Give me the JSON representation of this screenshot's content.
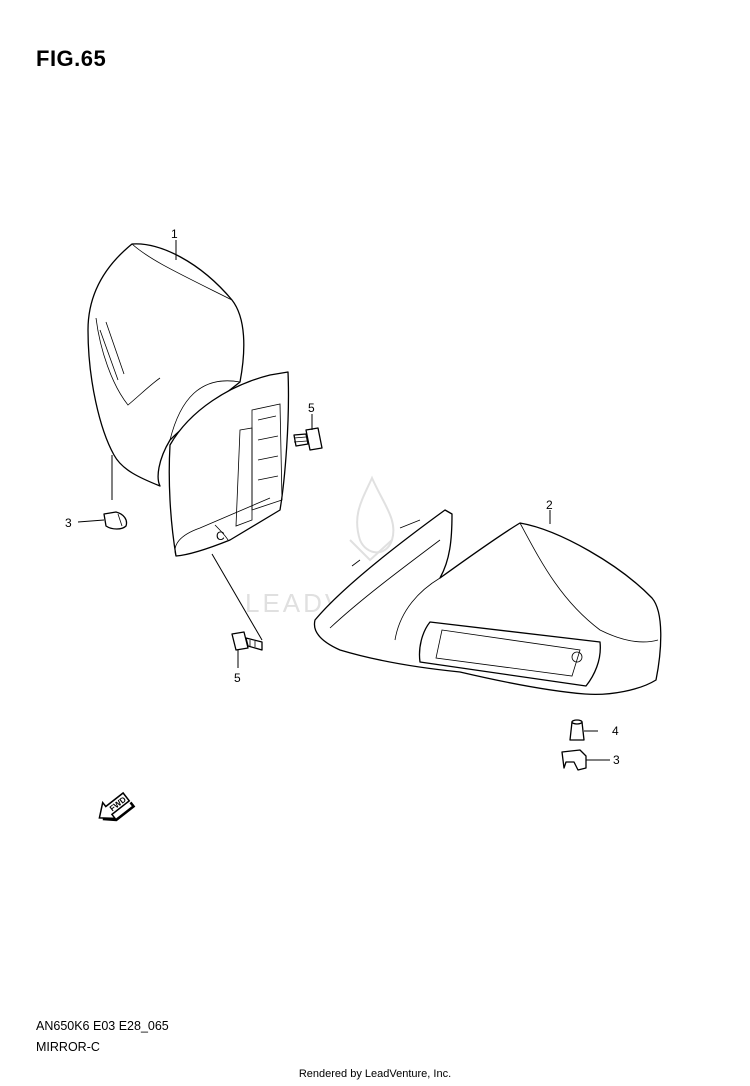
{
  "figure": {
    "title": "FIG.65",
    "code": "AN650K6 E03 E28_065",
    "name": "MIRROR-C"
  },
  "callouts": [
    {
      "id": "c1",
      "label": "1"
    },
    {
      "id": "c2",
      "label": "2"
    },
    {
      "id": "c3a",
      "label": "3"
    },
    {
      "id": "c3b",
      "label": "3"
    },
    {
      "id": "c4",
      "label": "4"
    },
    {
      "id": "c5a",
      "label": "5"
    },
    {
      "id": "c5b",
      "label": "5"
    }
  ],
  "fwd_arrow": {
    "label": "FWD"
  },
  "watermark": {
    "text": "LEADVENTURE"
  },
  "footer": {
    "text": "Rendered by LeadVenture, Inc."
  }
}
